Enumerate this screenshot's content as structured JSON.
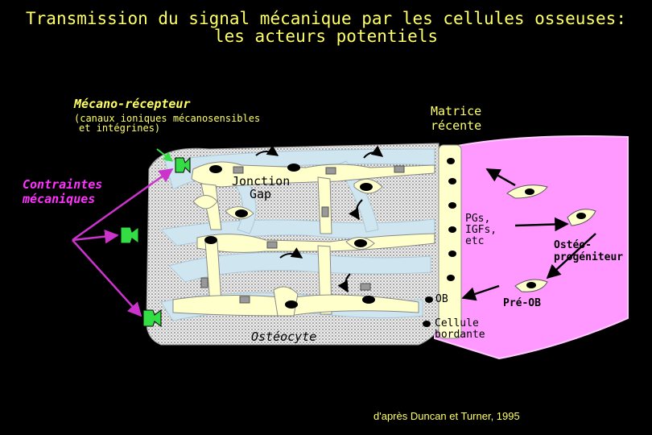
{
  "title": {
    "line1": "Transmission du signal mécanique par les cellules osseuses:",
    "line2": "les acteurs potentiels"
  },
  "labels": {
    "mecano": "Mécano-récepteur",
    "mecano_detail_1": "(canaux ioniques mécanosensibles",
    "mecano_detail_2": "et intégrines)",
    "contraintes_1": "Contraintes",
    "contraintes_2": "mécaniques",
    "matrice_1": "Matrice",
    "matrice_2": "récente",
    "jonction_1": "Jonction",
    "jonction_2": "Gap",
    "pgs_1": "PGs,",
    "pgs_2": "IGFs,",
    "pgs_3": "etc",
    "osteo_prog_1": "Ostéo-",
    "osteo_prog_2": "progéniteur",
    "ob": "OB",
    "pre_ob": "Pré-OB",
    "cellule_1": "Cellule",
    "cellule_2": "bordante",
    "osteocyte": "Ostéocyte",
    "source": "d'après Duncan et Turner, 1995"
  },
  "colors": {
    "background": "#000000",
    "title": "#ffff66",
    "arrows": "#cc33cc",
    "matrix_fill": "#e8e8e8",
    "canal": "#cfe6f0",
    "cell": "#ffffcc",
    "receptor": "#33dd44",
    "osteoid": "#ff99ff"
  }
}
